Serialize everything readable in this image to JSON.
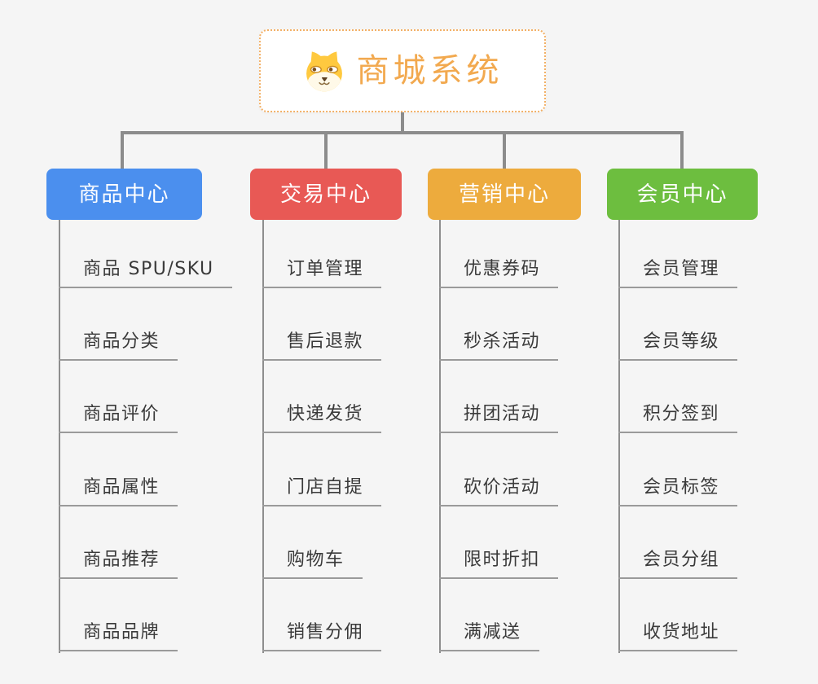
{
  "canvas": {
    "background": "#F5F5F5"
  },
  "root": {
    "title": "商城系统",
    "icon": "dog-face-icon",
    "title_color": "#F2A94F",
    "border_color": "#F2B066"
  },
  "branches": [
    {
      "label": "商品中心",
      "color": "#4B8FEE",
      "items": [
        "商品 SPU/SKU",
        "商品分类",
        "商品评价",
        "商品属性",
        "商品推荐",
        "商品品牌"
      ]
    },
    {
      "label": "交易中心",
      "color": "#E85955",
      "items": [
        "订单管理",
        "售后退款",
        "快递发货",
        "门店自提",
        "购物车",
        "销售分佣"
      ]
    },
    {
      "label": "营销中心",
      "color": "#EDAB3D",
      "items": [
        "优惠券码",
        "秒杀活动",
        "拼团活动",
        "砍价活动",
        "限时折扣",
        "满减送"
      ]
    },
    {
      "label": "会员中心",
      "color": "#6DBE3F",
      "items": [
        "会员管理",
        "会员等级",
        "积分签到",
        "会员标签",
        "会员分组",
        "收货地址"
      ]
    }
  ],
  "lines": {
    "connector_color": "#8C8C8C",
    "branch_line_color": "#8E8E8E",
    "underline_color": "#9A9A9A"
  }
}
